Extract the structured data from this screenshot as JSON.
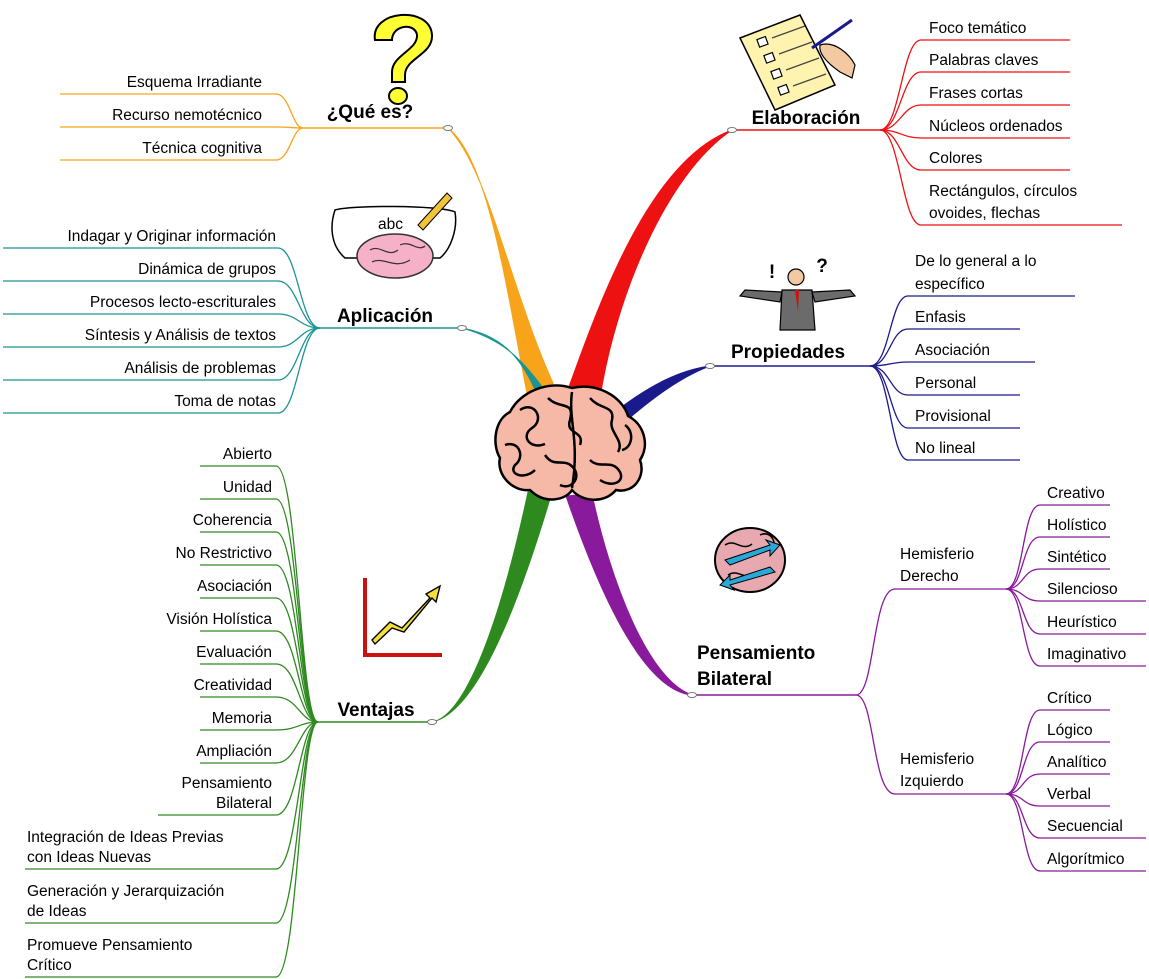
{
  "center": {
    "icon": "brain-icon"
  },
  "branches": {
    "que_es": {
      "label": "¿Qué es?",
      "color": "#f7a41a",
      "icon": "question-mark-icon",
      "items": [
        "Esquema Irradiante",
        "Recurso nemotécnico",
        "Técnica cognitiva"
      ]
    },
    "aplicacion": {
      "label": "Aplicación",
      "color": "#1b9494",
      "icon": "writing-brain-icon",
      "items": [
        "Indagar y Originar información",
        "Dinámica de grupos",
        "Procesos lecto-escriturales",
        "Síntesis y Análisis de textos",
        "Análisis de problemas",
        "Toma de notas"
      ]
    },
    "ventajas": {
      "label": "Ventajas",
      "color": "#2e8a1f",
      "icon": "growth-chart-icon",
      "items": [
        [
          "Abierto"
        ],
        [
          "Unidad"
        ],
        [
          "Coherencia"
        ],
        [
          "No Restrictivo"
        ],
        [
          "Asociación"
        ],
        [
          "Visión Holística"
        ],
        [
          "Evaluación"
        ],
        [
          "Creatividad"
        ],
        [
          "Memoria"
        ],
        [
          "Ampliación"
        ],
        [
          "Pensamiento",
          "Bilateral"
        ],
        [
          "Integración de Ideas Previas",
          "con Ideas Nuevas"
        ],
        [
          "Generación y Jerarquización",
          "de Ideas"
        ],
        [
          "Promueve Pensamiento",
          "Crítico"
        ]
      ]
    },
    "elaboracion": {
      "label": "Elaboración",
      "color": "#ee1111",
      "icon": "checklist-icon",
      "items": [
        [
          "Foco temático"
        ],
        [
          "Palabras claves"
        ],
        [
          "Frases cortas"
        ],
        [
          "Núcleos ordenados"
        ],
        [
          "Colores"
        ],
        [
          "Rectángulos, círculos",
          "ovoides, flechas"
        ]
      ]
    },
    "propiedades": {
      "label": "Propiedades",
      "color": "#1a1a8c",
      "icon": "confused-person-icon",
      "items": [
        [
          "De lo general a lo",
          "específico"
        ],
        [
          "Enfasis"
        ],
        [
          "Asociación"
        ],
        [
          "Personal"
        ],
        [
          "Provisional"
        ],
        [
          "No lineal"
        ]
      ]
    },
    "pensamiento": {
      "label": [
        "Pensamiento",
        "Bilateral"
      ],
      "color": "#8a1a9c",
      "icon": "brain-arrows-icon",
      "derecho": {
        "label": [
          "Hemisferio",
          "Derecho"
        ],
        "items": [
          "Creativo",
          "Holístico",
          "Sintético",
          "Silencioso",
          "Heurístico",
          "Imaginativo"
        ]
      },
      "izquierdo": {
        "label": [
          "Hemisferio",
          "Izquierdo"
        ],
        "items": [
          "Crítico",
          "Lógico",
          "Analítico",
          "Verbal",
          "Secuencial",
          "Algorítmico"
        ]
      }
    }
  }
}
